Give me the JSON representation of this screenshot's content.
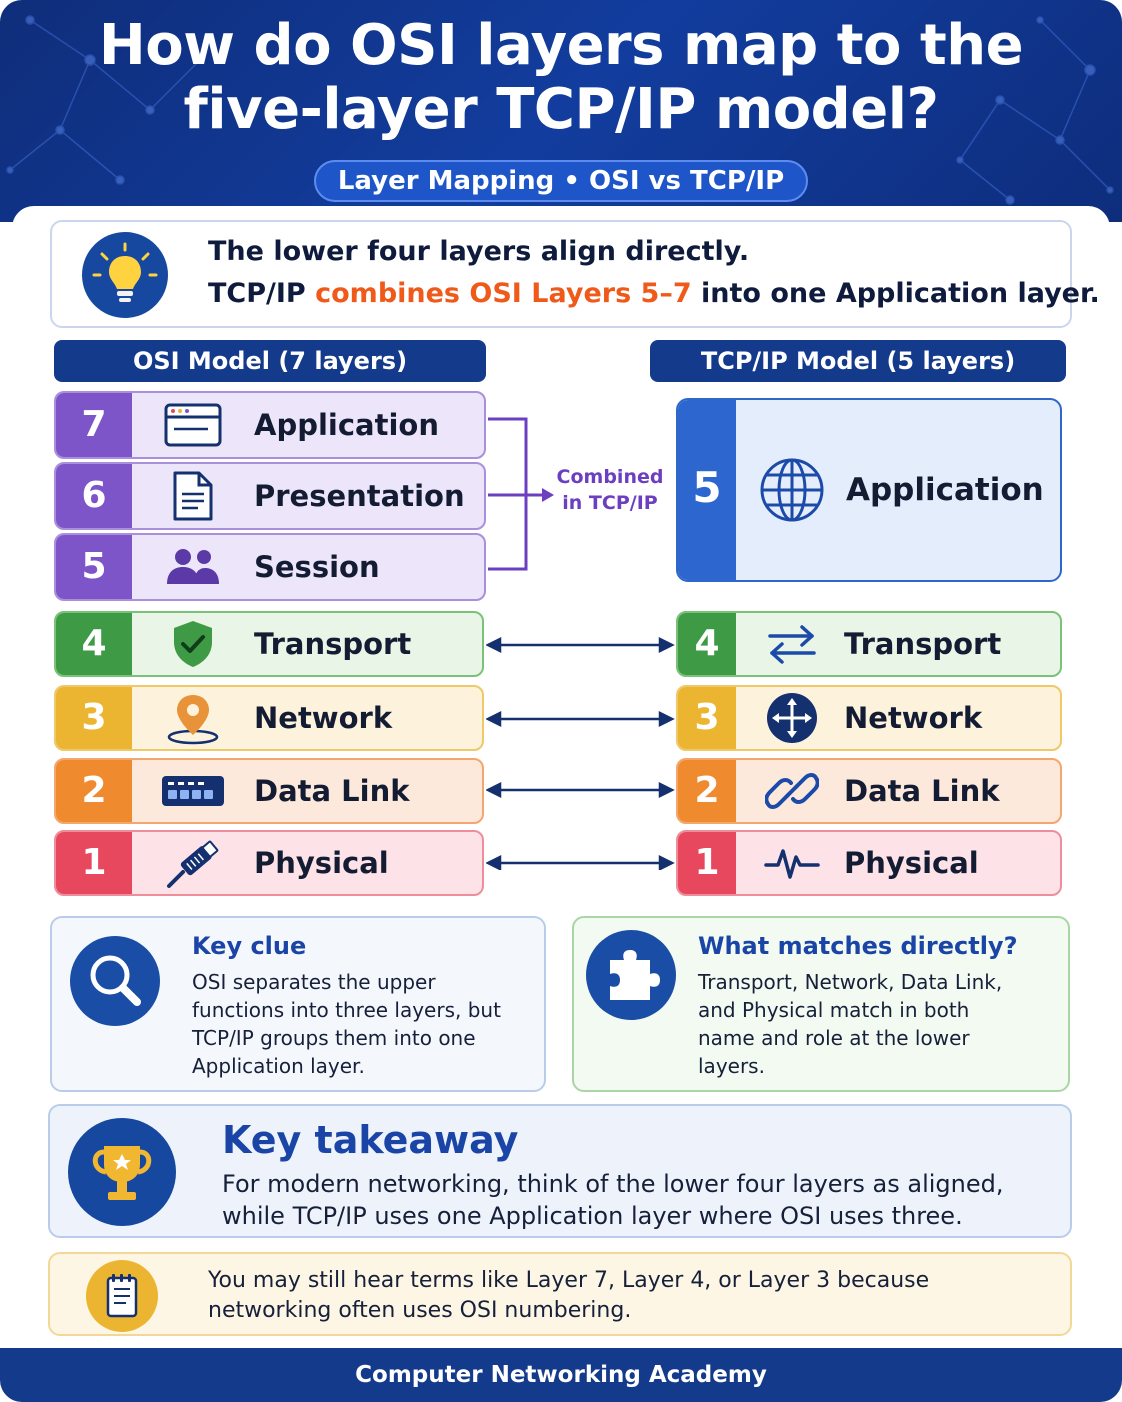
{
  "header": {
    "title_line1": "How do OSI layers map to the",
    "title_line2": "five-layer TCP/IP model?",
    "subtitle": "Layer Mapping  •  OSI vs TCP/IP"
  },
  "intro": {
    "line1": "The lower four layers align directly.",
    "line2_prefix": "TCP/IP ",
    "line2_highlight": "combines OSI Layers 5–7",
    "line2_suffix": " into one Application layer.",
    "icon": "lightbulb-icon"
  },
  "osi": {
    "heading": "OSI Model (7 layers)",
    "layers": [
      {
        "num": "7",
        "label": "Application",
        "icon": "browser-window-icon"
      },
      {
        "num": "6",
        "label": "Presentation",
        "icon": "document-icon"
      },
      {
        "num": "5",
        "label": "Session",
        "icon": "users-icon"
      },
      {
        "num": "4",
        "label": "Transport",
        "icon": "shield-check-icon"
      },
      {
        "num": "3",
        "label": "Network",
        "icon": "location-pin-icon"
      },
      {
        "num": "2",
        "label": "Data Link",
        "icon": "switch-ports-icon"
      },
      {
        "num": "1",
        "label": "Physical",
        "icon": "cable-icon"
      }
    ]
  },
  "tcpip": {
    "heading": "TCP/IP Model (5 layers)",
    "layers": [
      {
        "num": "5",
        "label": "Application",
        "icon": "globe-icon"
      },
      {
        "num": "4",
        "label": "Transport",
        "icon": "swap-arrows-icon"
      },
      {
        "num": "3",
        "label": "Network",
        "icon": "router-icon"
      },
      {
        "num": "2",
        "label": "Data Link",
        "icon": "link-icon"
      },
      {
        "num": "1",
        "label": "Physical",
        "icon": "signal-wave-icon"
      }
    ]
  },
  "combined_label_line1": "Combined",
  "combined_label_line2": "in TCP/IP",
  "key_clue": {
    "title": "Key clue",
    "text": "OSI separates the upper functions into three layers, but TCP/IP groups them into one Application layer.",
    "icon": "magnifier-icon"
  },
  "matches": {
    "title": "What matches directly?",
    "text": "Transport, Network, Data Link, and Physical match in both name and role at the lower layers.",
    "icon": "puzzle-icon"
  },
  "takeaway": {
    "title": "Key takeaway",
    "text": "For modern networking, think of the lower four layers as aligned, while TCP/IP uses one Application layer where OSI uses three.",
    "icon": "trophy-icon"
  },
  "note": {
    "text": "You may still hear terms like Layer 7, Layer 4, or Layer 3 because networking often uses OSI numbering.",
    "icon": "notepad-icon"
  },
  "footer": "Computer Networking Academy",
  "colors": {
    "navy": "#143a8c",
    "purple": "#7e55c8",
    "green": "#3f9a45",
    "yellow": "#ebb531",
    "orange": "#f08a2f",
    "red": "#e8485e",
    "blue": "#2d66cf",
    "highlight": "#ef5a1a"
  }
}
